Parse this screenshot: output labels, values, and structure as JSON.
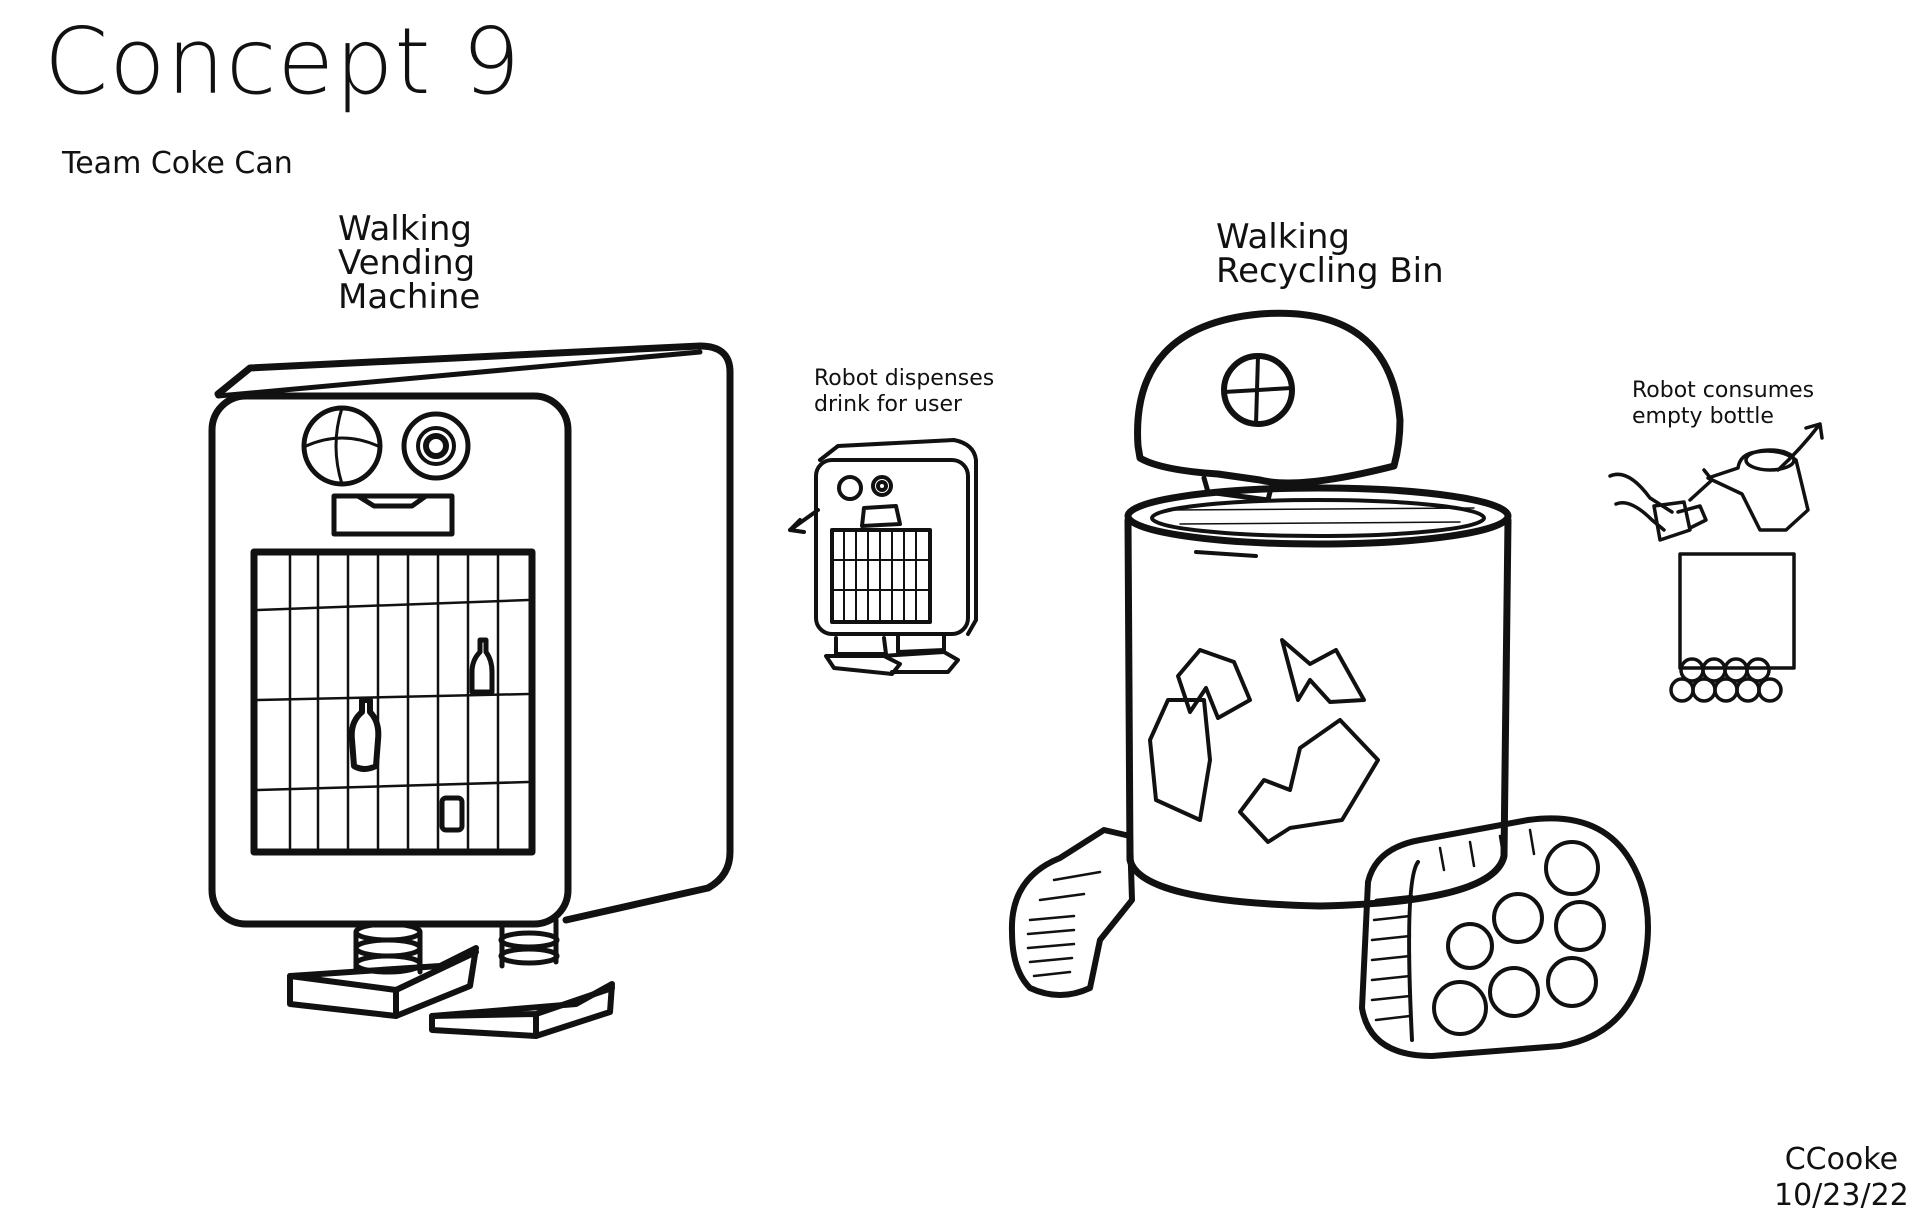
{
  "sheet": {
    "title": "Concept 9",
    "subtitle": "Team Coke Can",
    "signature": {
      "name": "CCooke",
      "date": "10/23/22"
    }
  },
  "vending_machine": {
    "label_lines": [
      "Walking",
      "Vending",
      "Machine"
    ],
    "note_lines": [
      "Robot dispenses",
      "drink for user"
    ]
  },
  "recycling_bin": {
    "label_lines": [
      "Walking",
      "Recycling Bin"
    ],
    "note_lines": [
      "Robot consumes",
      "empty bottle"
    ]
  },
  "colors": {
    "ink": "#111111",
    "paper": "#ffffff"
  }
}
